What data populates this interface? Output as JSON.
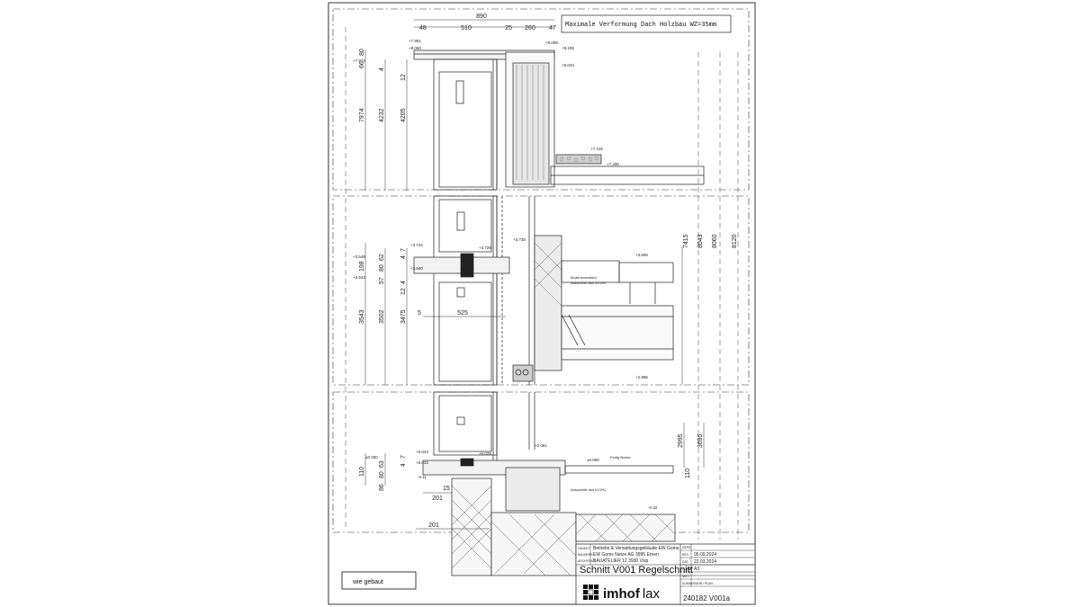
{
  "note": {
    "deformation": "Maximale Verformung Dach Holzbau WZ=35mm"
  },
  "stamp": {
    "as_built": "wie gebaut"
  },
  "titleblock": {
    "labels": {
      "objekt": "OBJEKT",
      "bauherr": "BAUHERR",
      "architekt": "ARCHITEKT",
      "gepr": "GEPR.",
      "rev": "REV.",
      "dat": "DAT.",
      "form": "FORM",
      "mst": "MST.",
      "kommission": "KOMMISSION / PLAN"
    },
    "objekt": "Betriebs & Verwaltungsgebäude EW Goms",
    "bauherr": "EW Goms Netze AG 3995 Ernen",
    "architekt": "BAUATELIER 12 3930 Visp",
    "gepr": "",
    "rev": "05.09.2024",
    "dat": "22.03.2024",
    "form": "A3",
    "mst": "",
    "title": "Schnitt V001 Regelschnitt",
    "plan_no": "240182 V001a"
  },
  "brand": {
    "bold": "imhof",
    "light": "lax"
  },
  "dims": {
    "top": {
      "d890": "890",
      "d48": "48",
      "d510": "510",
      "d25": "25",
      "d260": "260",
      "d47": "47"
    },
    "left_top": {
      "d66": "66",
      "d80": "80",
      "d7974": "7974",
      "d4232": "4232",
      "d4205": "4205",
      "d4": "4",
      "d12": "12"
    },
    "left_mid": {
      "d3543": "3543",
      "d3502": "3502",
      "d3475": "3475",
      "d198": "198",
      "d57": "57",
      "d80": "80",
      "d62": "62",
      "d4a": "4",
      "d7": "7",
      "d12": "12",
      "d4b": "4",
      "d5": "5",
      "d525": "525"
    },
    "left_bot": {
      "d110": "110",
      "d86": "86",
      "d80": "80",
      "d63": "63",
      "d7": "7",
      "d4": "4",
      "d15": "15",
      "d201a": "201",
      "d201b": "201"
    },
    "right": {
      "d7415": "7415",
      "d8043": "8043",
      "d8060": "8060",
      "d8120": "8120",
      "d2995": "2995",
      "d3695": "3695",
      "d110": "110"
    }
  },
  "levels": {
    "l7974": "+7.974",
    "l7961": "+7.961",
    "l8060": "+8.060",
    "l8098": "+8.098",
    "l8105": "+8.105",
    "l8043": "+8.043",
    "l7415": "+7.415",
    "l7335": "+7.335",
    "l3742": "+3.742",
    "l3729": "+3.729",
    "l3738": "+3.738",
    "l3548": "+3.548",
    "l3543": "+3.543",
    "l3640": "+3.640",
    "l3695": "+3.695",
    "l2995": "+2.995",
    "l0000": "±0.000",
    "l0043": "+0.043",
    "l0029": "+0.029",
    "l0033": "+0.033",
    "l0061": "+0.061",
    "l0011": "-0.11",
    "l0000b": "±0.000",
    "l032": "-0.32"
  },
  "labels": {
    "bodenkonvektor": "Bodenkonvektor",
    "ausschnitt_kc": "Ausschnitt aus KC291",
    "fertig_boden": "Fertig Boden",
    "ausschnitt_kc2": "Ausschnitt aus KC291"
  }
}
